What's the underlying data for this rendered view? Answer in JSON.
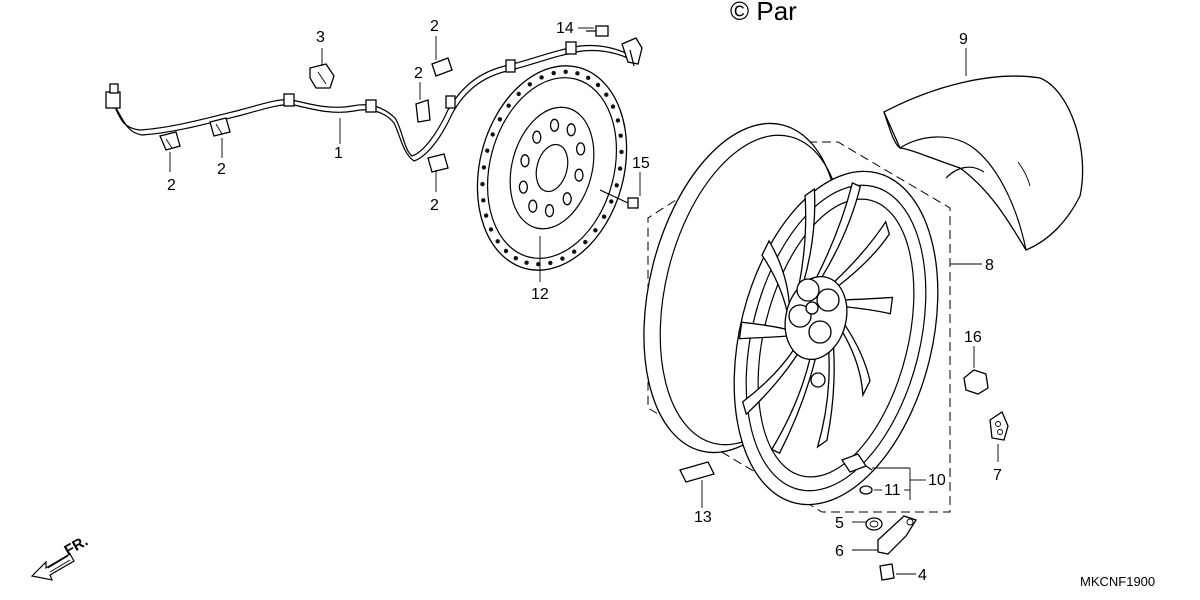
{
  "watermark": "© Par",
  "diagram_code": "MKCNF1900",
  "direction_label": "FR.",
  "callouts": {
    "c1": "1",
    "c2a": "2",
    "c2b": "2",
    "c2c": "2",
    "c2d": "2",
    "c2e": "2",
    "c3": "3",
    "c4": "4",
    "c5": "5",
    "c6": "6",
    "c7": "7",
    "c8": "8",
    "c9": "9",
    "c10": "10",
    "c11": "11",
    "c12": "12",
    "c13": "13",
    "c14": "14",
    "c15": "15",
    "c16": "16"
  }
}
